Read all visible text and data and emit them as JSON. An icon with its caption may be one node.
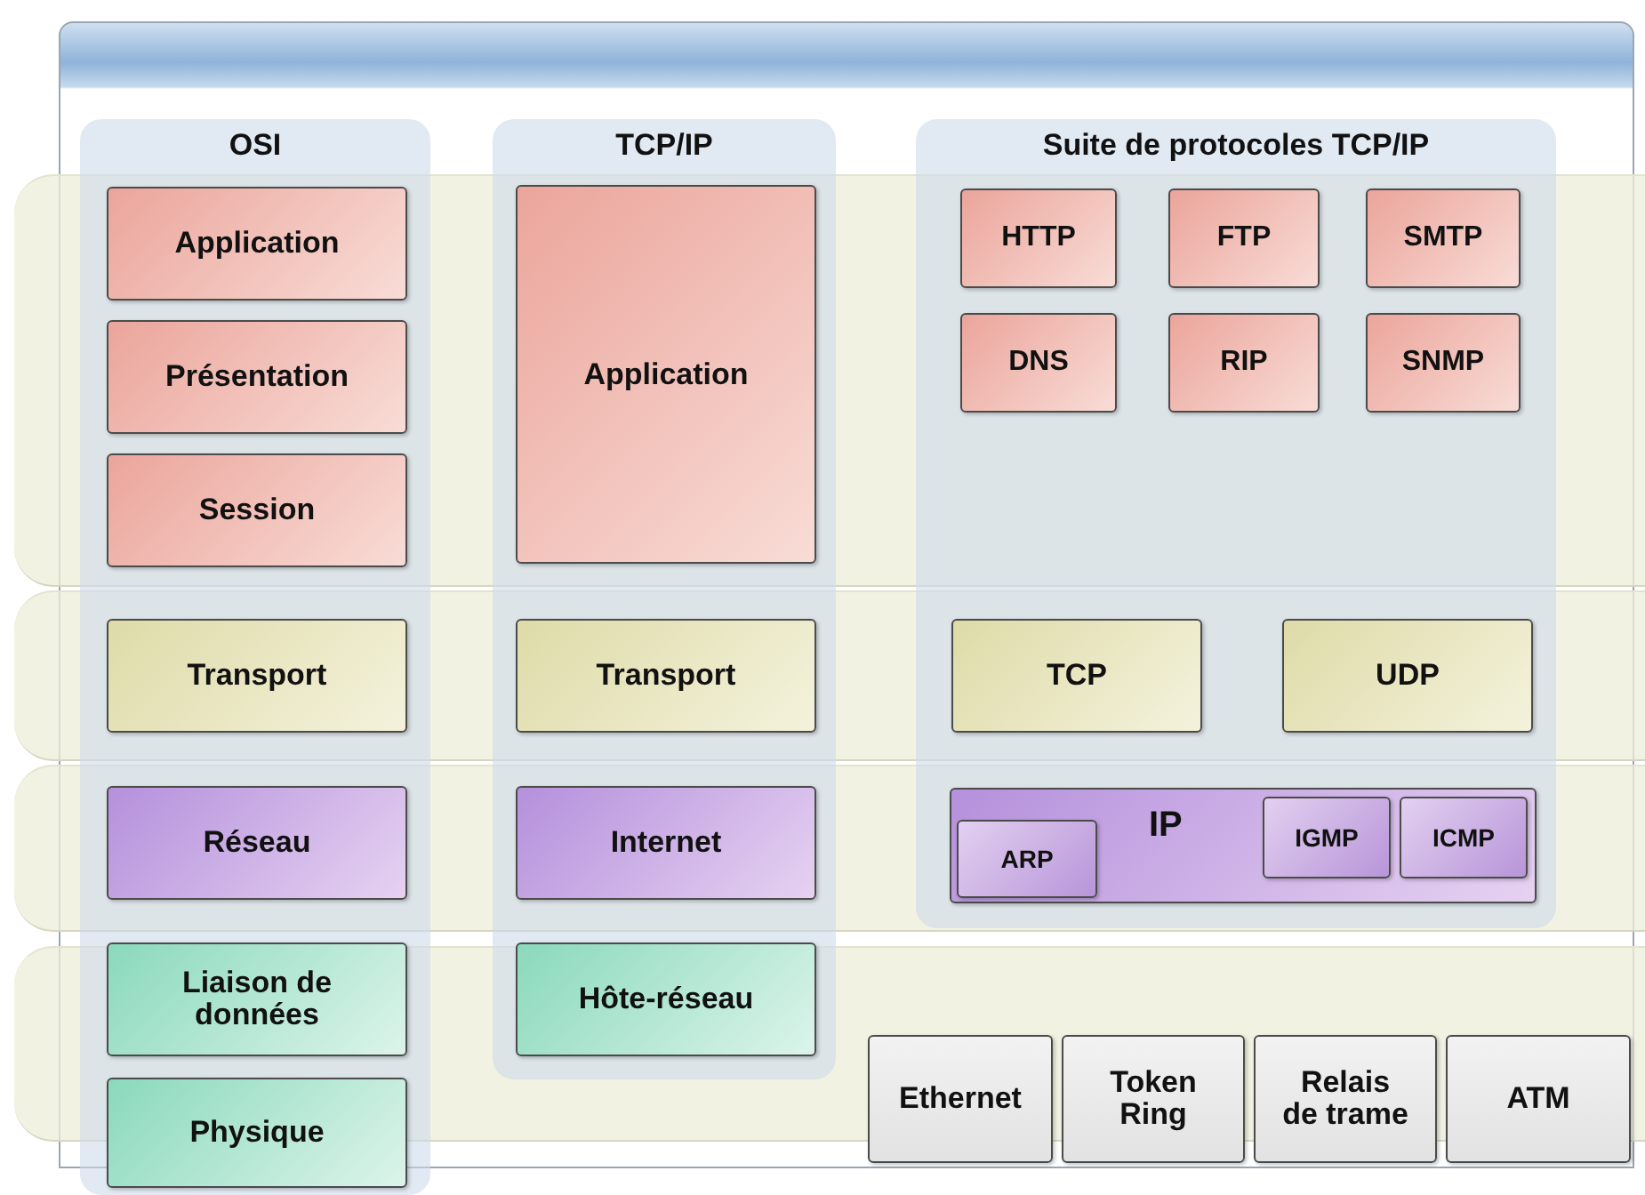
{
  "diagram": {
    "nodes": [
      {
        "text": [
          "OSI"
        ]
      },
      {
        "text": [
          "Application"
        ],
        "in": 0
      },
      {
        "text": [
          "Présentation"
        ],
        "in": 0
      },
      {
        "text": [
          "Session"
        ],
        "in": 0
      },
      {
        "text": [
          "Transport"
        ],
        "in": 0
      },
      {
        "text": [
          "Réseau"
        ],
        "in": 0
      },
      {
        "text": [
          "Liaison de données"
        ],
        "in": 0
      },
      {
        "text": [
          "Physique"
        ],
        "in": 0
      },
      {
        "text": [
          "TCP/IP"
        ]
      },
      {
        "text": [
          "Application"
        ],
        "in": 8
      },
      {
        "text": [
          "Transport"
        ],
        "in": 8
      },
      {
        "text": [
          "Internet"
        ],
        "in": 8
      },
      {
        "text": [
          "Hôte-réseau"
        ],
        "in": 8
      },
      {
        "text": [
          "Suite de protocoles TCP/IP"
        ]
      },
      {
        "text": [
          "HTTP"
        ],
        "in": 13
      },
      {
        "text": [
          "FTP"
        ],
        "in": 13
      },
      {
        "text": [
          "SMTP"
        ],
        "in": 13
      },
      {
        "text": [
          "DNS"
        ],
        "in": 13
      },
      {
        "text": [
          "RIP"
        ],
        "in": 13
      },
      {
        "text": [
          "SNMP"
        ],
        "in": 13
      },
      {
        "text": [
          "TCP"
        ],
        "in": 13
      },
      {
        "text": [
          "UDP"
        ],
        "in": 13
      },
      {
        "text": [
          "IP"
        ],
        "in": 13
      },
      {
        "text": [
          "ARP"
        ],
        "in": 22
      },
      {
        "text": [
          "IGMP"
        ],
        "in": 22
      },
      {
        "text": [
          "ICMP"
        ],
        "in": 22
      },
      {
        "text": [
          "Ethernet"
        ]
      },
      {
        "text": [
          "Token Ring"
        ]
      },
      {
        "text": [
          "Relais de trame"
        ]
      },
      {
        "text": [
          "ATM"
        ]
      }
    ]
  }
}
